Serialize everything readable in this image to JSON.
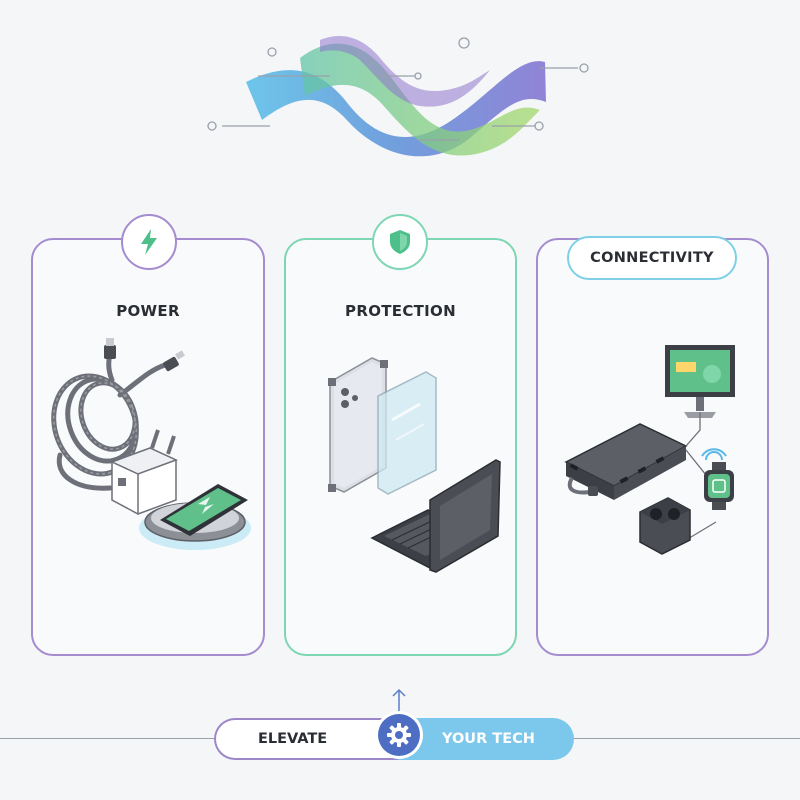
{
  "cards": [
    {
      "title": "POWER",
      "badge_icon": "lightning-bolt-icon",
      "border_color": "#a58bd0",
      "accent": "#4cbf8a"
    },
    {
      "title": "PROTECTION",
      "badge_icon": "shield-icon",
      "border_color": "#7fd6b2",
      "accent": "#4cbf8a"
    },
    {
      "title": "CONNECTIVITY",
      "badge_icon": "",
      "border_color": "#a58bd0",
      "accent": "#7fd0e6"
    }
  ],
  "footer": {
    "left_label": "ELEVATE",
    "right_label": "YOUR TECH",
    "center_icon": "gear-icon",
    "left_color": "#9c87c9",
    "right_color": "#7cc7ec",
    "gear_color": "#4d6ec2"
  },
  "colors": {
    "background": "#f5f6f7",
    "wave_blue": "#5bb8e6",
    "wave_purple": "#8e74cc",
    "wave_green": "#8bcf6e",
    "device_dark": "#4a4d54",
    "screen_green": "#5fc08a"
  }
}
